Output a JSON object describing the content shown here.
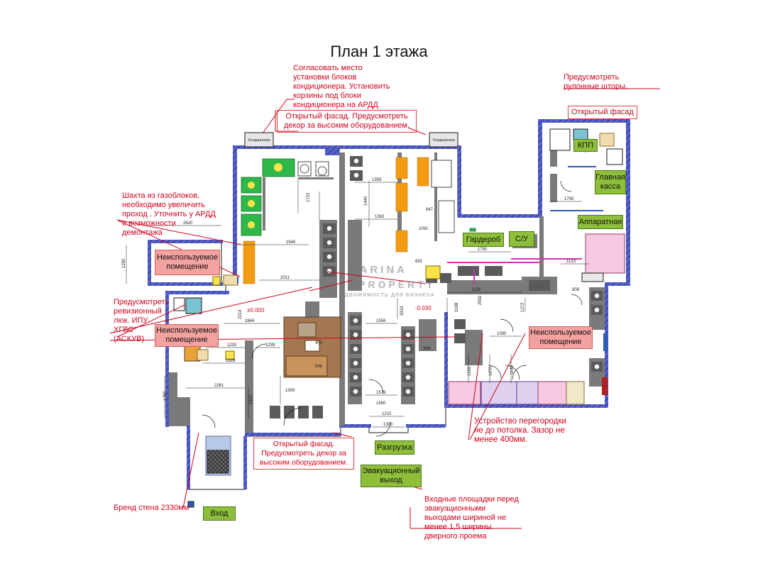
{
  "title": "План 1 этажа",
  "notes": {
    "aircon": "Согласовать место установки блоков кондиционера. Установить корзины под блоки кондиционера на АРДД",
    "facade_top": "Открытый фасад. Предусмотреть декор за высоким оборудованием.",
    "blinds": "Предусмотреть рулонные шторы.",
    "facade_right": "Открытый фасад",
    "shaft": "Шахта из газоблоков, необходимо увеличить проход . Уточнить у АРДД о возможности демонтажа",
    "hatch": "Предусмотреть ревизионный люк. ИПУ ХГВС (АСКУВ)",
    "partition": "Устройство перегородки не до потолка. Зазор не менее 400мм.",
    "facade_bottom": "Открытый фасад. Предусмотреть декор за высоким оборудованием.",
    "brand_wall": "Бренд стена 2330мм",
    "platforms": "Входные площадки перед эвакуационными выходами шириной не менее 1,5 ширины дверного проема"
  },
  "rooms": {
    "unused_left": "Неиспользуемое помещение",
    "unused_mid": "Неиспользуемое помещение",
    "unused_right": "Неиспользуемое помещение",
    "kpp": "КПП",
    "cash": "Главная касса",
    "apparatus": "Аппаратная",
    "wardrobe": "Гардероб",
    "wc": "С/У",
    "unloading": "Разгрузка",
    "evac": "Эвакуационный выход",
    "entrance": "Вход"
  },
  "labels": {
    "condenser": "Кондиционер",
    "level_1": "±0.000",
    "level_2": "-0.030",
    "watermark_1": "MARINA",
    "watermark_2": "PROPERTY",
    "watermark_3": "ДВИЖИМОСТЬ ДЛЯ БИЗНЕСА"
  },
  "dimensions": {
    "d2620": "2620",
    "d2546": "2546",
    "d2011": "2011",
    "d2844": "2844",
    "d1200": "1200",
    "d1239": "1239",
    "d1328": "1328",
    "d2281": "2281",
    "d1359": "1359",
    "d1363": "1363",
    "d1556": "1556",
    "d1579": "1579",
    "d1300a": "1300",
    "d1300b": "1300",
    "d1580": "1580",
    "d1210": "1210",
    "d1188": "1188",
    "d1090": "1090",
    "d1133": "1133",
    "d1795": "1795",
    "d1790": "1790",
    "d908": "908",
    "d647": "647",
    "d892": "892",
    "d1091": "1091",
    "d400": "400",
    "d546": "546",
    "d348": "348",
    "d1440": "1440",
    "d1722": "1722",
    "d1272": "1272",
    "d2592": "2592",
    "d1470": "1470",
    "d1148": "1148",
    "d1290": "1290",
    "d1250": "1250",
    "d2214": "2214",
    "d1810": "1810",
    "d3319": "3319",
    "d3198": "3198",
    "d1260": "1260"
  }
}
